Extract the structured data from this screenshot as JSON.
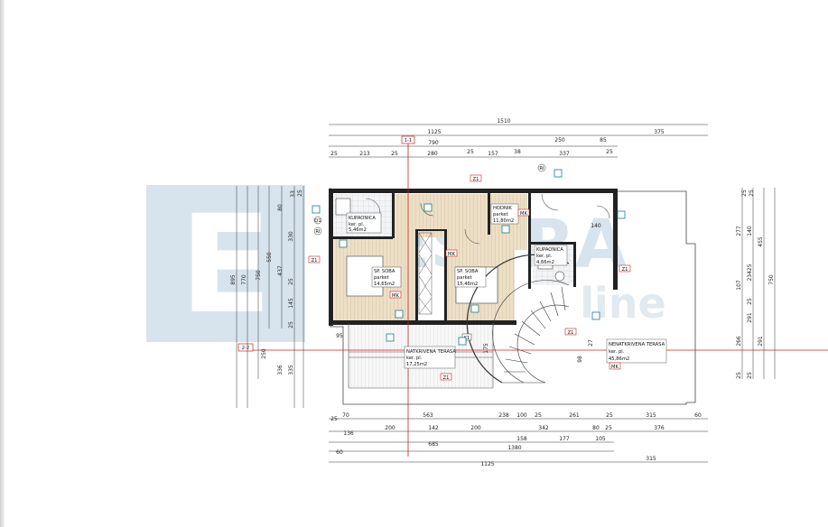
{
  "watermark": {
    "logo_letter": "E",
    "brand": "ESTRA",
    "sub": "line"
  },
  "section_marks": {
    "top": "1-1",
    "side": "2-2"
  },
  "dims_top": {
    "row1": [
      "1510"
    ],
    "row2": [
      "1125",
      "375"
    ],
    "row3": [
      "790",
      "250",
      "85"
    ],
    "row4": [
      "25",
      "213",
      "25",
      "280",
      "25",
      "157",
      "38",
      "337",
      "25"
    ]
  },
  "dims_bottom": {
    "row1": [
      "25",
      "70",
      "563",
      "238",
      "100",
      "25",
      "261",
      "25",
      "315",
      "60"
    ],
    "row2": [
      "136",
      "200",
      "142",
      "200",
      "342",
      "80",
      "25",
      "376"
    ],
    "row3": [
      "685",
      "158",
      "177",
      "105"
    ],
    "row4": [
      "60",
      "1380"
    ],
    "row5": [
      "1125",
      "315"
    ]
  },
  "dims_left": [
    "895",
    "770",
    "750",
    "550",
    "437",
    "330",
    "80",
    "33",
    "25",
    "145",
    "25",
    "250",
    "25",
    "336",
    "335"
  ],
  "dims_right": [
    "25",
    "25",
    "277",
    "140",
    "455",
    "23425",
    "107",
    "25",
    "750",
    "291",
    "266",
    "25",
    "291",
    "25"
  ],
  "markers": [
    "Z1",
    "Z1",
    "Z1",
    "Z1",
    "Z1",
    "MK",
    "MK",
    "MK",
    "MK",
    "RI",
    "RI",
    "K1",
    "95",
    "175",
    "27",
    "98",
    "140",
    "Q1"
  ],
  "rooms": [
    {
      "name": "KUPAONICA",
      "floor": "ker. pl.",
      "area": "5,46m2"
    },
    {
      "name": "SP. SOBA",
      "floor": "parket",
      "area": "14,65m2"
    },
    {
      "name": "SP. SOBA",
      "floor": "parket",
      "area": "15,46m2"
    },
    {
      "name": "HODNIK",
      "floor": "parket",
      "area": "11,80m2"
    },
    {
      "name": "KUPAONICA",
      "floor": "ker. pl.",
      "area": "4,66m2"
    },
    {
      "name": "NATKRIVENA TERASA",
      "floor": "ker. pl.",
      "area": "17,25m2"
    },
    {
      "name": "NENATKRIVENA TERASA",
      "floor": "ker. pl.",
      "area": "45,86m2"
    }
  ],
  "colors": {
    "wall": "#222222",
    "parquet": "#e9dcc4",
    "tile": "#eef2f5",
    "accent": "#d42020",
    "watermark": "#b9cfe0"
  }
}
